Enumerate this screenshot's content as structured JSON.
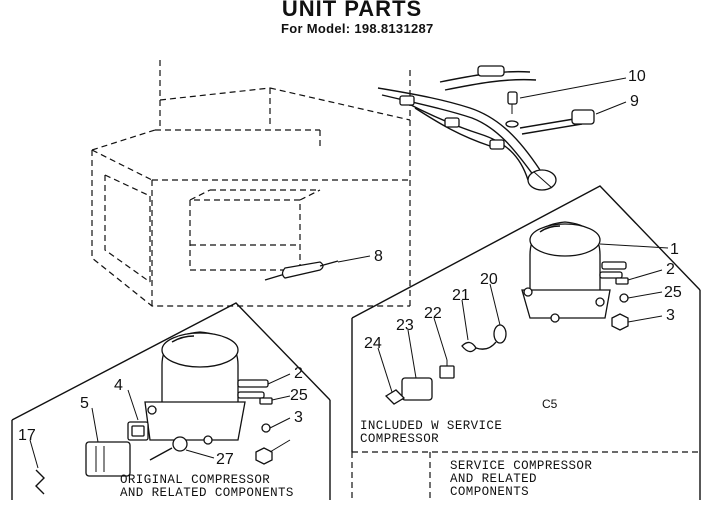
{
  "header": {
    "title": "UNIT PARTS",
    "subtitle": "For Model: 198.8131287"
  },
  "captions": {
    "original_line1": "ORIGINAL COMPRESSOR",
    "original_line2": "AND RELATED COMPONENTS",
    "included_line1": "INCLUDED W  SERVICE",
    "included_line2": "COMPRESSOR",
    "service_line1": "SERVICE COMPRESSOR",
    "service_line2": "AND RELATED",
    "service_line3": "COMPONENTS",
    "code": "C5"
  },
  "callouts": {
    "top": [
      "10",
      "9",
      "8"
    ],
    "service_group": [
      "1",
      "2",
      "25",
      "3",
      "20",
      "21",
      "22",
      "23",
      "24"
    ],
    "original_group": [
      "2",
      "25",
      "3",
      "4",
      "5",
      "17",
      "27"
    ]
  }
}
